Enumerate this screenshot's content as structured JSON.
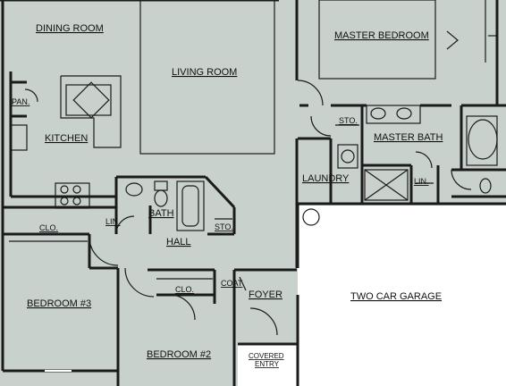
{
  "colors": {
    "floor": "#c9d1cc",
    "wall": "#1b1b1b",
    "garage": "#ffffff"
  },
  "rooms": {
    "dining": "DINING ROOM",
    "living": "LIVING ROOM",
    "master_bedroom": "MASTER BEDROOM",
    "kitchen": "KITCHEN",
    "pantry": "PAN.",
    "master_bath": "MASTER BATH",
    "storage_bath": "STO.",
    "laundry": "LAUNDRY",
    "linen_master": "LIN.",
    "bath": "BATH",
    "linen_hall": "LIN.",
    "storage_hall": "STO.",
    "closet_3": "CLO.",
    "hall": "HALL",
    "closet_2": "CLO.",
    "coat": "COAT",
    "foyer": "FOYER",
    "garage": "TWO CAR GARAGE",
    "bedroom3": "BEDROOM #3",
    "bedroom2": "BEDROOM #2",
    "covered_entry_1": "COVERED",
    "covered_entry_2": "ENTRY"
  }
}
